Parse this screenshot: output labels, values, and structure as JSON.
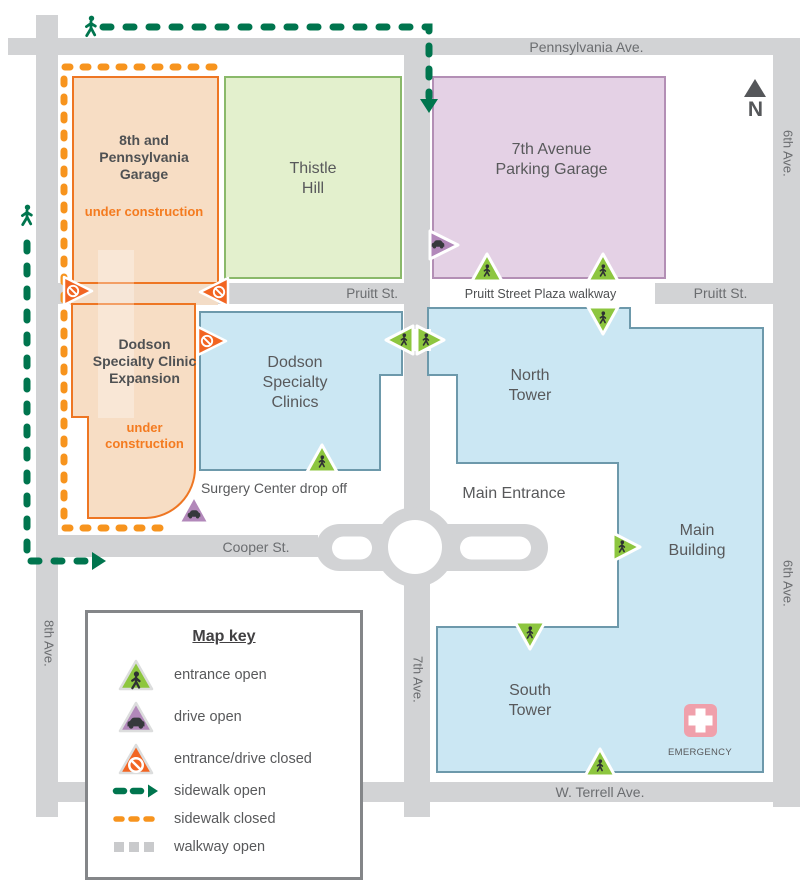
{
  "streets": {
    "pennsylvania": "Pennsylvania Ave.",
    "eighth": "8th Ave.",
    "seventh": "7th Ave.",
    "sixth": "6th Ave.",
    "pruitt": "Pruitt St.",
    "cooper": "Cooper St.",
    "terrell": "W. Terrell Ave.",
    "plaza_walkway": "Pruitt Street Plaza walkway"
  },
  "buildings": {
    "garage_8th": {
      "name": "8th and Pennsylvania Garage",
      "status": "under construction"
    },
    "thistle_hill": {
      "name": "Thistle Hill"
    },
    "garage_7th": {
      "name": "7th Avenue Parking Garage"
    },
    "clinic_expansion": {
      "name": "Dodson Specialty Clinic Expansion",
      "status": "under construction"
    },
    "dodson_clinics": {
      "name": "Dodson Specialty Clinics"
    },
    "north_tower": {
      "name": "North Tower"
    },
    "main_building": {
      "name": "Main Building"
    },
    "south_tower": {
      "name": "South Tower"
    }
  },
  "labels": {
    "main_entrance": "Main Entrance",
    "surgery_drop_off": "Surgery Center drop off",
    "emergency": "EMERGENCY",
    "compass_north": "N"
  },
  "map_key": {
    "title": "Map key",
    "items": [
      {
        "icon": "entrance-open-icon",
        "label": "entrance open"
      },
      {
        "icon": "drive-open-icon",
        "label": "drive open"
      },
      {
        "icon": "entrance-drive-closed-icon",
        "label": "entrance/drive closed"
      },
      {
        "icon": "sidewalk-open-icon",
        "label": "sidewalk open"
      },
      {
        "icon": "sidewalk-closed-icon",
        "label": "sidewalk closed"
      },
      {
        "icon": "walkway-open-icon",
        "label": "walkway open"
      }
    ]
  },
  "colors": {
    "street": "#d2d3d5",
    "building_blue": "#cbe7f3",
    "building_blue_border": "#6d99ab",
    "construction_fill": "#f7ddc4",
    "construction_border": "#ee7623",
    "construction_text": "#f47b20",
    "green_space": "#e3f0cd",
    "green_space_border": "#8ab96a",
    "garage_purple": "#e4d1e5",
    "garage_purple_border": "#b38fb5",
    "entrance_green": "#8dc63f",
    "drive_purple": "#b288ba",
    "closed_orange": "#f26522",
    "sidewalk_green": "#00754e",
    "sidewalk_closed_orange": "#f7941e",
    "emergency_pink": "#f0a0ab",
    "label_gray": "#58595b"
  }
}
